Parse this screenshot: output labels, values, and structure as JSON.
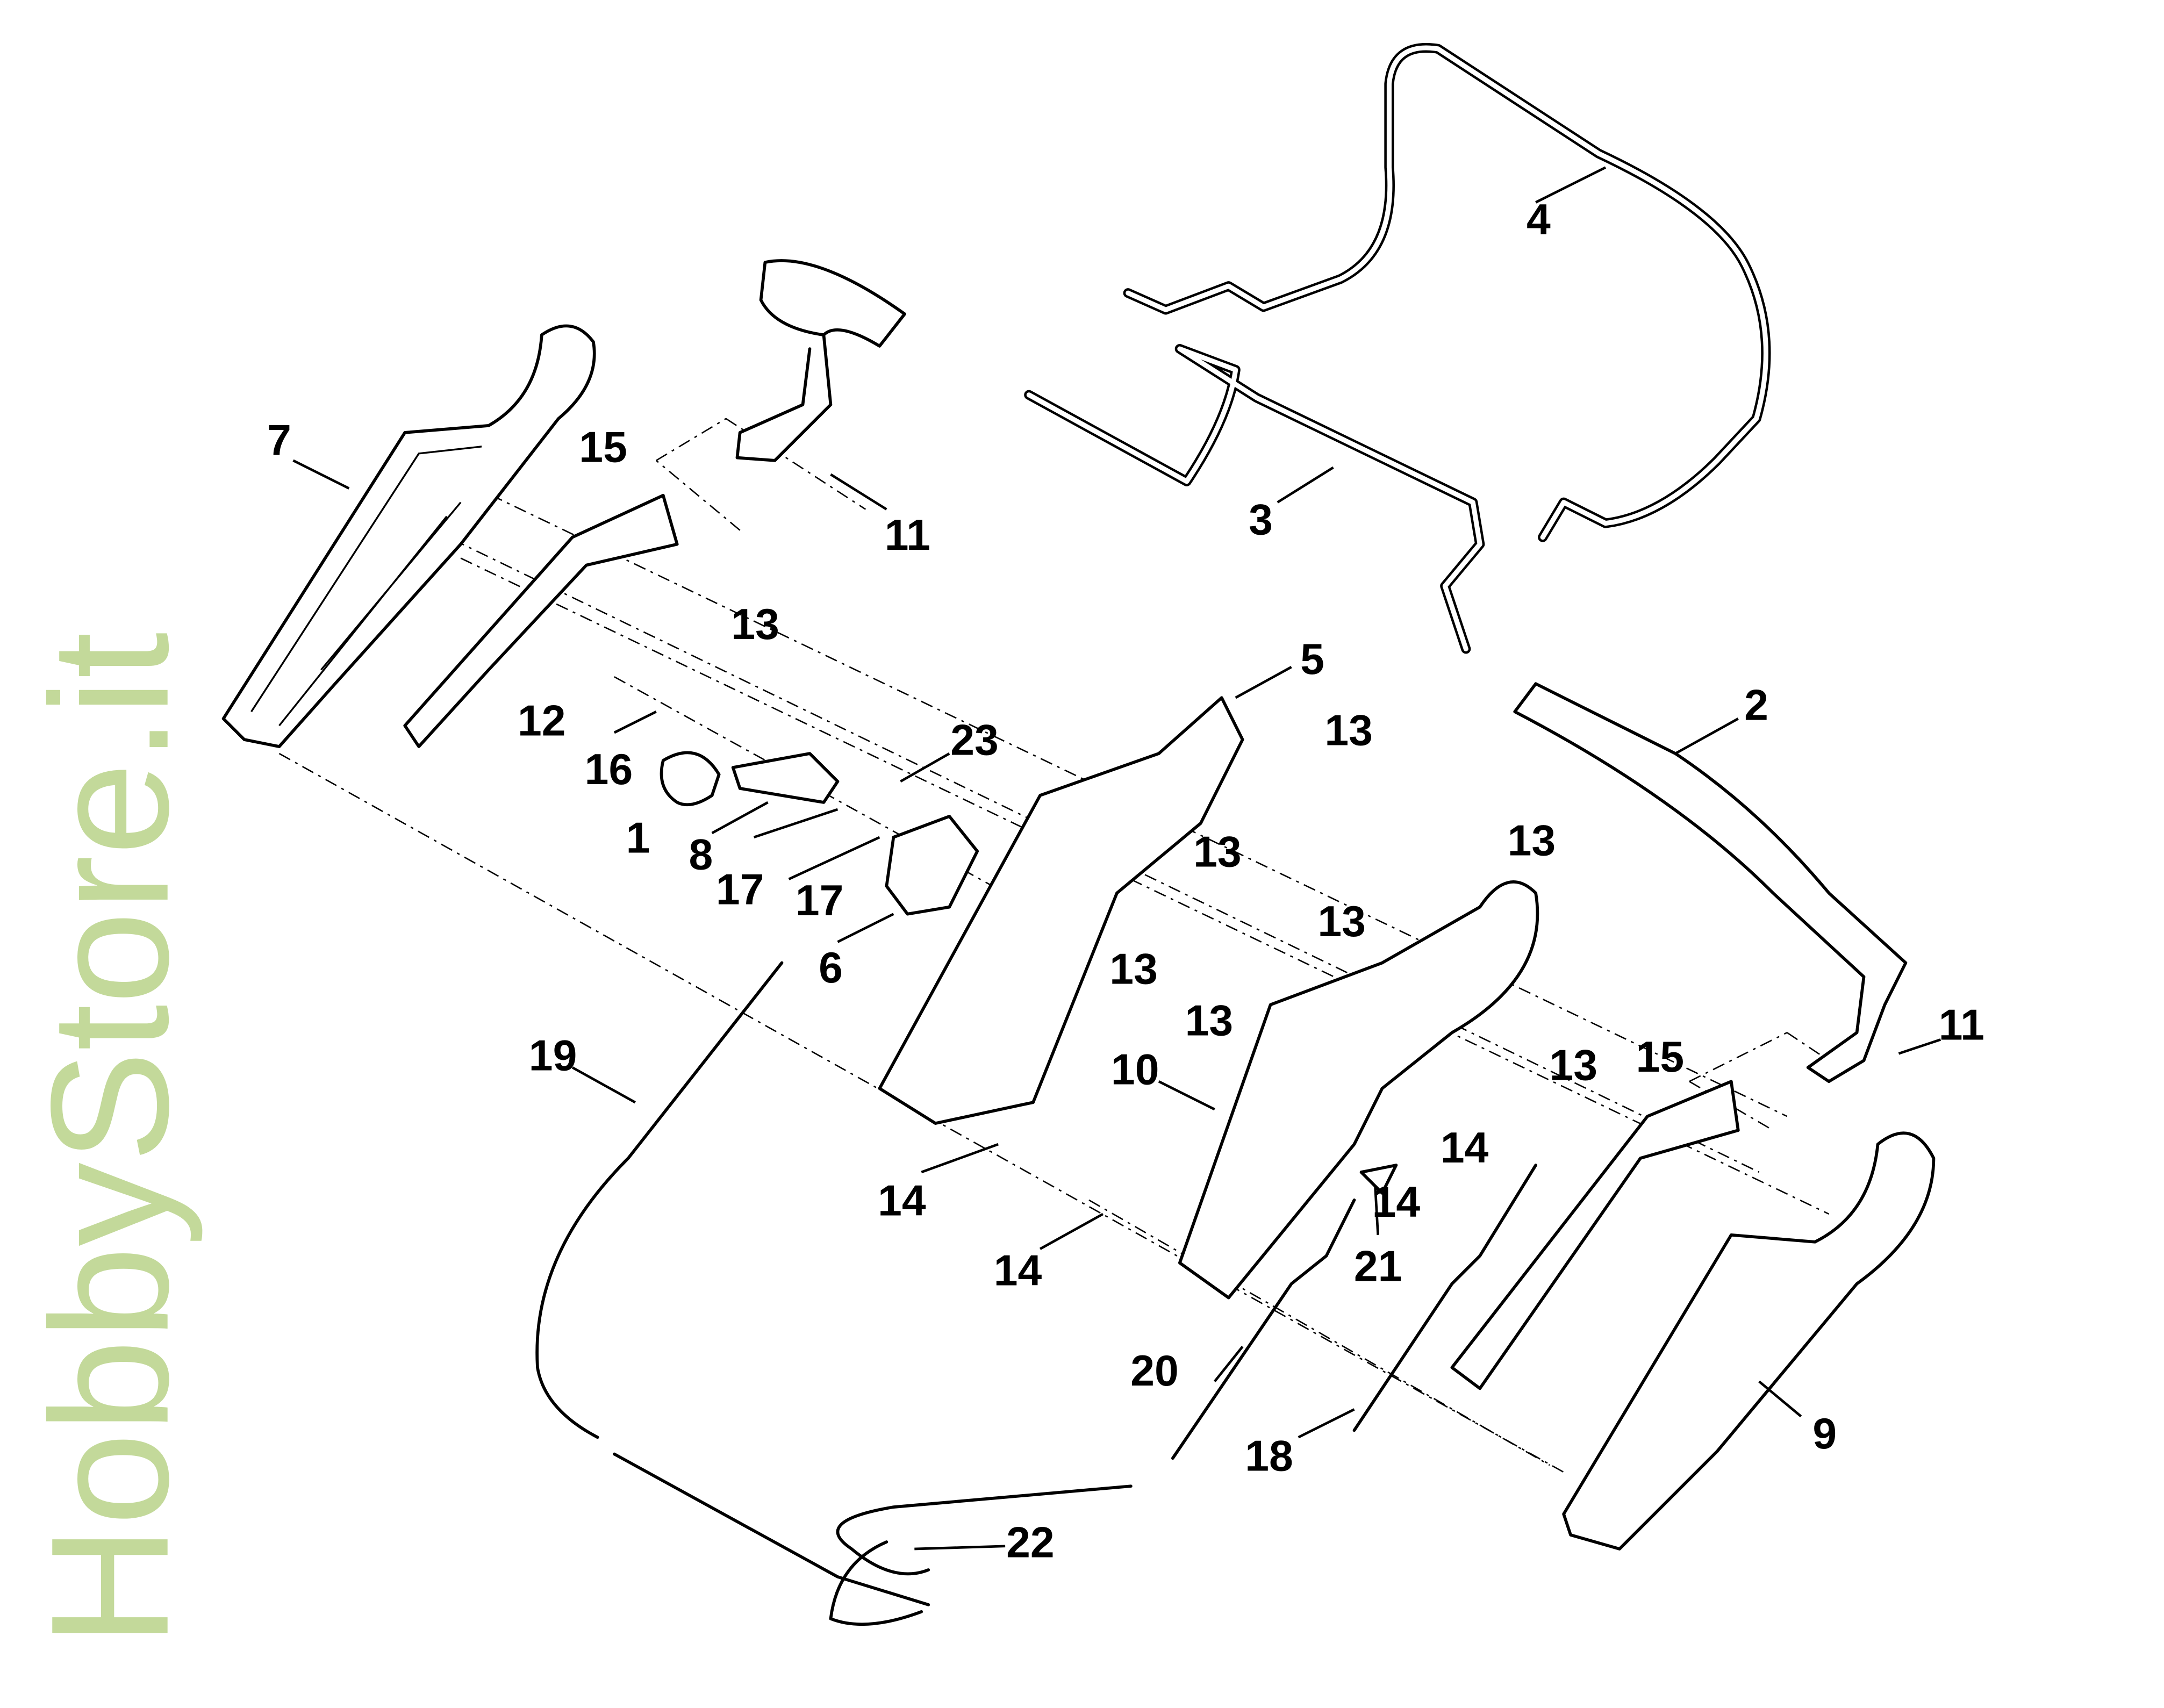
{
  "diagram": {
    "watermark": "HobbyStore.it",
    "callouts": [
      "1",
      "2",
      "3",
      "4",
      "5",
      "6",
      "7",
      "8",
      "9",
      "10",
      "11",
      "11",
      "12",
      "13",
      "13",
      "13",
      "13",
      "13",
      "13",
      "13",
      "13",
      "14",
      "14",
      "14",
      "14",
      "15",
      "15",
      "16",
      "17",
      "17",
      "18",
      "19",
      "20",
      "21",
      "22",
      "23"
    ],
    "colors": {
      "line": "#000000",
      "watermark": "#c3d99a",
      "background": "#ffffff"
    }
  }
}
